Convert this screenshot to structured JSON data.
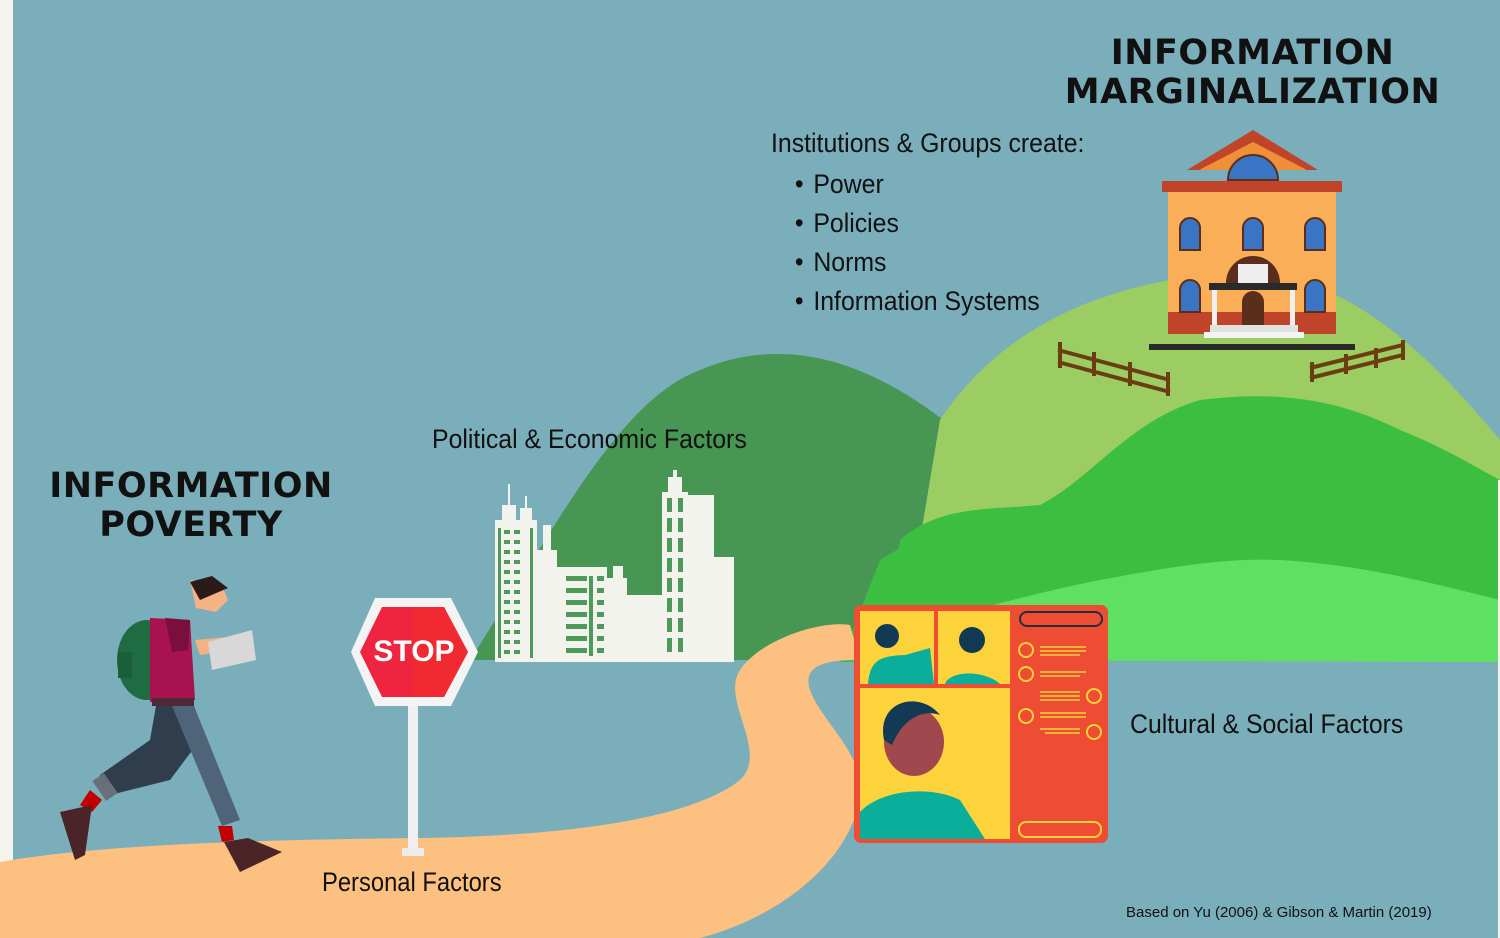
{
  "titles": {
    "marginalization": [
      "INFORMATION",
      "MARGINALIZATION"
    ],
    "poverty": [
      "INFORMATION",
      "POVERTY"
    ]
  },
  "institutions": {
    "heading": "Institutions & Groups create:",
    "items": [
      "Power",
      "Policies",
      "Norms",
      "Information Systems"
    ]
  },
  "factors": {
    "political": "Political & Economic Factors",
    "cultural": "Cultural & Social Factors",
    "personal": "Personal Factors"
  },
  "stop_sign": {
    "text": "STOP"
  },
  "citation": "Based on Yu (2006) & Gibson & Martin (2019)",
  "colors": {
    "sky": "#7aaebb",
    "path": "#fcc181",
    "hill_dark": "#479654",
    "hill_light": "#9ccd62",
    "hill_mid": "#3cbf41",
    "hill_bright": "#5fe062",
    "stop_red": "#ee2440",
    "chat_orange": "#ee4c33",
    "chat_yellow": "#fdd33b"
  }
}
